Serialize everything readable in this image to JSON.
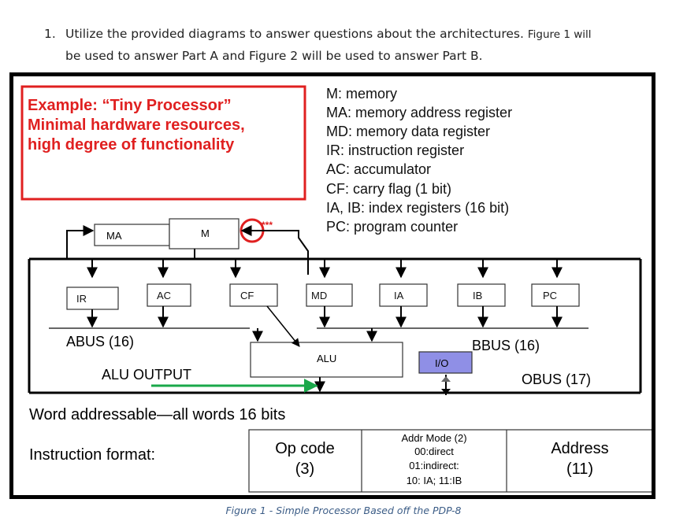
{
  "question": {
    "number": "1.",
    "text_main": "Utilize the provided diagrams to answer questions about the architectures.",
    "text_small": "Figure 1 will",
    "text_line2": "be used to answer Part A and Figure 2 will be used to answer Part B."
  },
  "diagram": {
    "example_title_line1": "Example: “Tiny Processor”",
    "example_title_line2": "Minimal hardware resources,",
    "example_title_line3": "high degree of functionality",
    "legend": [
      "M: memory",
      "MA: memory address register",
      "MD: memory data register",
      "IR: instruction register",
      "AC: accumulator",
      "CF: carry flag (1 bit)",
      "IA, IB: index registers (16 bit)",
      "PC: program counter"
    ],
    "registers": {
      "ma": "MA",
      "m": "M",
      "ir": "IR",
      "ac": "AC",
      "cf": "CF",
      "md": "MD",
      "ia": "IA",
      "ib": "IB",
      "pc": "PC",
      "alu": "ALU",
      "io": "I/O"
    },
    "stars": "***",
    "abus_label": "ABUS (16)",
    "bbus_label": "BBUS (16)",
    "obus_label": "OBUS (17)",
    "alu_output_label": "ALU OUTPUT",
    "word_note": "Word addressable—all words 16 bits",
    "instruction_format_label": "Instruction format:",
    "format": {
      "opcode_title": "Op code",
      "opcode_bits": "(3)",
      "mode_title": "Addr Mode (2)",
      "mode_line1": "00:direct",
      "mode_line2": "01:indirect:",
      "mode_line3": "10: IA; 11:IB",
      "address_title": "Address",
      "address_bits": "(11)"
    },
    "colors": {
      "example_red": "#e02020",
      "io_fill": "#8f8fe6",
      "alu_output_arrow": "#1aa84a",
      "circle_red": "#e02020"
    }
  },
  "caption": "Figure 1 - Simple Processor Based off the PDP-8"
}
